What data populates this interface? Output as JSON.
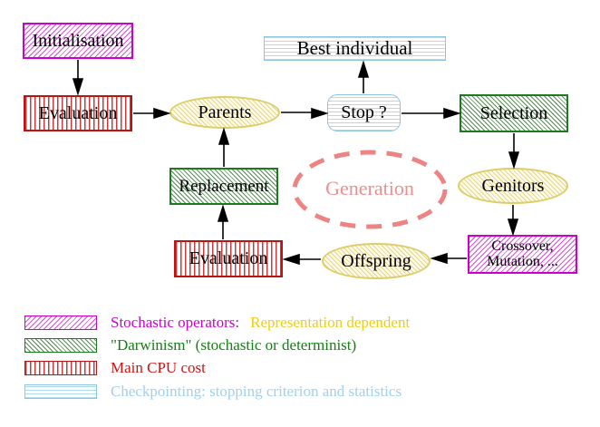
{
  "diagram": {
    "nodes": {
      "initialisation": "Initialisation",
      "evaluation_top": "Evaluation",
      "parents": "Parents",
      "best_individual": "Best individual",
      "stop": "Stop ?",
      "selection": "Selection",
      "genitors": "Genitors",
      "crossover_line1": "Crossover,",
      "crossover_line2": "Mutation, ...",
      "offspring": "Offspring",
      "evaluation_bottom": "Evaluation",
      "replacement": "Replacement",
      "generation": "Generation"
    },
    "legend": {
      "stochastic": {
        "label": "Stochastic operators:",
        "suffix": "Representation dependent"
      },
      "darwinism": {
        "label": "\"Darwinism\" (stochastic or determinist)"
      },
      "cpu": {
        "label": "Main CPU cost"
      },
      "checkpointing": {
        "label": "Checkpointing: stopping criterion and statistics"
      }
    },
    "colors": {
      "magenta": "#cc00cc",
      "green_border": "#1e7a1e",
      "green_text": "#128012",
      "red": "#bb1414",
      "red_text": "#cc1414",
      "cyan_border": "#8cc6e0",
      "cyan_text": "#9fd2ec",
      "yellow_border": "#dccd69",
      "gold_text": "#eecd15",
      "salmon": "#ee8383",
      "arrow": "#000000"
    }
  }
}
